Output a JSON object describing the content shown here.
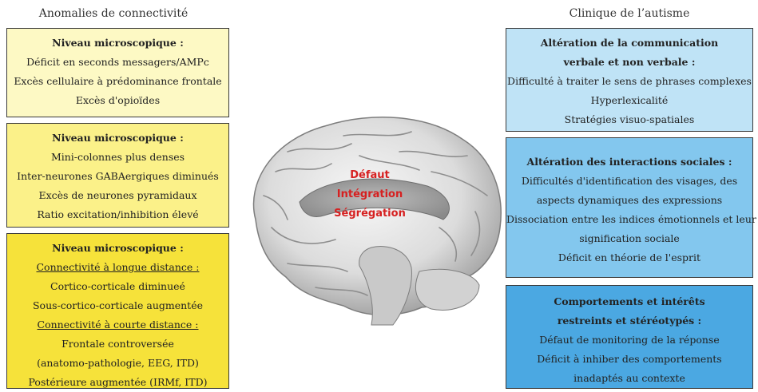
{
  "left_title": "Anomalies de connectivité",
  "right_title": "Clinique de l’autisme",
  "left_boxes": [
    {
      "color": "#fdf9c4",
      "heading": "Niveau microscopique :",
      "lines": [
        "Déficit en seconds messagers/AMPc",
        "Excès cellulaire à prédominance frontale",
        "Excès d'opioïdes"
      ]
    },
    {
      "color": "#fbf189",
      "heading": "Niveau microscopique :",
      "lines": [
        "Mini-colonnes plus denses",
        "Inter-neurones GABAergiques diminués",
        "Excès de neurones pyramidaux",
        "Ratio excitation/inhibition élevé"
      ]
    },
    {
      "color": "#f6e23a",
      "heading": "Niveau microscopique :",
      "lines": [
        "Connectivité à longue distance :",
        "Cortico-corticale diminueé",
        "Sous-cortico-corticale augmentée",
        "Connectivité à courte distance :",
        "Frontale controversée",
        "(anatomo-pathologie, EEG, ITD)",
        "Postérieure augmentée (IRMf, ITD)"
      ]
    }
  ],
  "right_boxes": [
    {
      "color": "#bfe3f6",
      "heading_lines": [
        "Altération de la communication",
        "verbale et non verbale :"
      ],
      "lines": [
        "Difficulté à traiter le sens de phrases complexes",
        "Hyperlexicalité",
        "Stratégies visuo-spatiales"
      ]
    },
    {
      "color": "#83c7ee",
      "heading_lines": [
        "Altération des interactions sociales :"
      ],
      "lines": [
        "Difficultés d'identification des visages, des",
        "aspects dynamiques des expressions",
        "Dissociation entre les indices émotionnels et leur",
        "signification sociale",
        "Déficit en théorie de l'esprit"
      ]
    },
    {
      "color": "#4ba8e2",
      "heading_lines": [
        "Comportements et intérêts",
        "restreints et stéréotypés :"
      ],
      "lines": [
        "Défaut de monitoring de la réponse",
        "Déficit à inhiber des comportements",
        "inadaptés au contexte"
      ]
    }
  ],
  "brain_labels": [
    "Défaut",
    "Intégration",
    "Ségrégation"
  ]
}
